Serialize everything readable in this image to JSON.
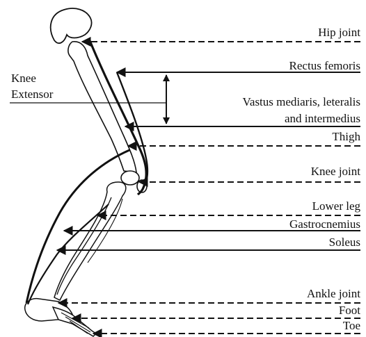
{
  "colors": {
    "ink": "#111111",
    "background": "#ffffff"
  },
  "labels": {
    "hip_joint": "Hip joint",
    "rectus_femoris": "Rectus femoris",
    "vastus_line1": "Vastus mediaris, leteralis",
    "vastus_line2": "and intermedius",
    "thigh": "Thigh",
    "knee_joint": "Knee joint",
    "lower_leg": "Lower  leg",
    "gastrocnemius": "Gastrocnemius",
    "soleus": "Soleus",
    "ankle_joint": "Ankle  joint",
    "foot": "Foot",
    "toe": "Toe",
    "knee_extensor_line1": "Knee",
    "knee_extensor_line2": "Extensor"
  },
  "legend_lines": [
    {
      "name": "hip-joint-line",
      "style": "dashed"
    },
    {
      "name": "rectus-femoris-arrow",
      "style": "solid-arrow"
    },
    {
      "name": "vastus-arrow",
      "style": "solid-arrow"
    },
    {
      "name": "thigh-line",
      "style": "dashed"
    },
    {
      "name": "knee-joint-line",
      "style": "dashed"
    },
    {
      "name": "lower-leg-line",
      "style": "dashed"
    },
    {
      "name": "gastrocnemius-arrow",
      "style": "solid-arrow"
    },
    {
      "name": "soleus-arrow",
      "style": "solid-arrow"
    },
    {
      "name": "ankle-joint-line",
      "style": "dashed"
    },
    {
      "name": "foot-line",
      "style": "dashed"
    },
    {
      "name": "toe-line",
      "style": "dashed"
    }
  ]
}
